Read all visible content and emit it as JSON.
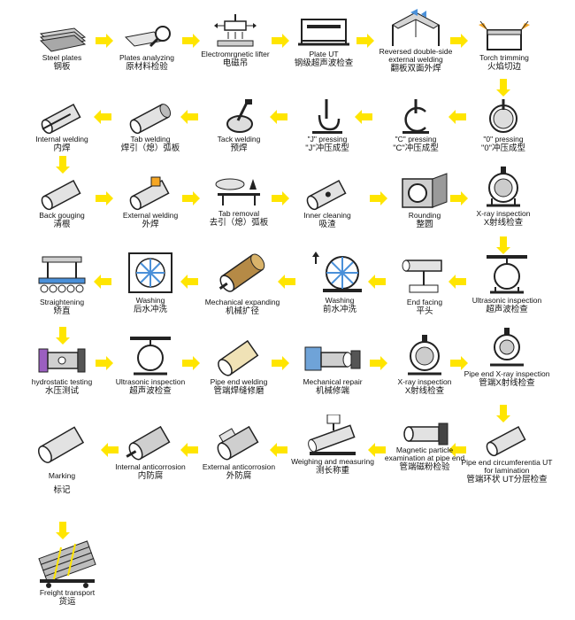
{
  "steps": [
    {
      "id": "steel-plates",
      "en": "Steel plates",
      "cn": "钢板",
      "icon": "steel-plate-icon"
    },
    {
      "id": "plates-analyzing",
      "en": "Plates analyzing",
      "cn": "原材料检验",
      "icon": "magnifier-icon"
    },
    {
      "id": "electromagnetic-lifter",
      "en": "Electromrgnetic lifter",
      "cn": "电磁吊",
      "icon": "lifter-icon"
    },
    {
      "id": "plate-ut",
      "en": "Plate UT",
      "cn": "钢级超声波检查",
      "icon": "ut-frame-icon"
    },
    {
      "id": "reversed-welding",
      "en": "Reversed double-side external welding",
      "cn": "翻板双面外焊",
      "icon": "reversed-weld-icon"
    },
    {
      "id": "torch-trimming",
      "en": "Torch trimming",
      "cn": "火焰切边",
      "icon": "torch-icon"
    },
    {
      "id": "o-pressing",
      "en": "\"0\" pressing",
      "cn": "\"0\"冲压成型",
      "icon": "o-press-icon"
    },
    {
      "id": "c-pressing",
      "en": "\"C\" pressing",
      "cn": "\"C\"冲压成型",
      "icon": "c-press-icon"
    },
    {
      "id": "j-pressing",
      "en": "\"J\" pressing",
      "cn": "\"J\"冲压成型",
      "icon": "j-press-icon"
    },
    {
      "id": "tack-welding",
      "en": "Tack welding",
      "cn": "预焊",
      "icon": "tack-weld-icon"
    },
    {
      "id": "tab-welding",
      "en": "Tab welding",
      "cn": "焊引（熄）弧板",
      "icon": "tab-weld-icon"
    },
    {
      "id": "internal-welding",
      "en": "Internal welding",
      "cn": "内焊",
      "icon": "internal-weld-icon"
    },
    {
      "id": "back-gouging",
      "en": "Back gouging",
      "cn": "清根",
      "icon": "pipe-icon"
    },
    {
      "id": "external-welding",
      "en": "External welding",
      "cn": "外焊",
      "icon": "external-weld-icon"
    },
    {
      "id": "tab-removal",
      "en": "Tab removal",
      "cn": "去引（熄）弧板",
      "icon": "tab-removal-icon"
    },
    {
      "id": "inner-cleaning",
      "en": "Inner cleaning",
      "cn": "吸渣",
      "icon": "cleaning-icon"
    },
    {
      "id": "rounding",
      "en": "Rounding",
      "cn": "整圆",
      "icon": "rounding-icon"
    },
    {
      "id": "xray-1",
      "en": "X-ray inspection",
      "cn": "X射线检查",
      "icon": "xray-icon"
    },
    {
      "id": "ultrasonic-1",
      "en": "Ultrasonic inspection",
      "cn": "超声波检查",
      "icon": "ultrasonic-icon"
    },
    {
      "id": "end-facing",
      "en": "End facing",
      "cn": "平头",
      "icon": "end-facing-icon"
    },
    {
      "id": "washing-1",
      "en": "Washing",
      "cn": "前水冲洗",
      "icon": "washing-wheel-icon"
    },
    {
      "id": "mechanical-expanding",
      "en": "Mechanical expanding",
      "cn": "机械扩径",
      "icon": "expander-icon"
    },
    {
      "id": "washing-2",
      "en": "Washing",
      "cn": "后水冲洗",
      "icon": "washing-box-icon"
    },
    {
      "id": "straightening",
      "en": "Straightening",
      "cn": "矫直",
      "icon": "straightener-icon"
    },
    {
      "id": "hydrostatic",
      "en": "hydrostatic testing",
      "cn": "水压测试",
      "icon": "hydro-test-icon"
    },
    {
      "id": "ultrasonic-2",
      "en": "Ultrasonic inspection",
      "cn": "超声波检查",
      "icon": "ultrasonic-icon"
    },
    {
      "id": "pipe-end-welding",
      "en": "Pipe end welding",
      "cn": "管端焊缝修磨",
      "icon": "pipe-end-icon"
    },
    {
      "id": "mechanical-repair",
      "en": "Mechanical repair",
      "cn": "机械修端",
      "icon": "repair-icon"
    },
    {
      "id": "xray-2",
      "en": "X-ray inspection",
      "cn": "X射线检查",
      "icon": "xray-icon"
    },
    {
      "id": "pipe-end-xray",
      "en": "Pipe end X-ray inspection",
      "cn": "管端X射线检查",
      "icon": "xray-icon"
    },
    {
      "id": "pipe-end-circ-ut",
      "en": "Pipe end circumferentia UT for lamination",
      "cn": "管端环状 UT分层检查",
      "icon": "circ-ut-icon"
    },
    {
      "id": "magnetic-particle",
      "en": "Magnetic particle examination at pipe end",
      "cn": "管端磁粉检验",
      "icon": "magnetic-icon"
    },
    {
      "id": "weighing",
      "en": "Weighing and measuring",
      "cn": "测长称重",
      "icon": "scale-icon"
    },
    {
      "id": "external-anticorrosion",
      "en": "External anticorrosion",
      "cn": "外防腐",
      "icon": "coated-pipe-icon"
    },
    {
      "id": "internal-anticorrosion",
      "en": "Internal anticorrosion",
      "cn": "内防腐",
      "icon": "inner-coat-icon"
    },
    {
      "id": "marking",
      "en": "Marking",
      "cn": "标记",
      "icon": "marking-icon"
    },
    {
      "id": "freight",
      "en": "Freight transport",
      "cn": "货运",
      "icon": "cart-icon"
    }
  ],
  "colors": {
    "arrow": "#FFE500",
    "line": "#222222",
    "shade": "#9a9a9a",
    "light": "#d9d9d9"
  }
}
